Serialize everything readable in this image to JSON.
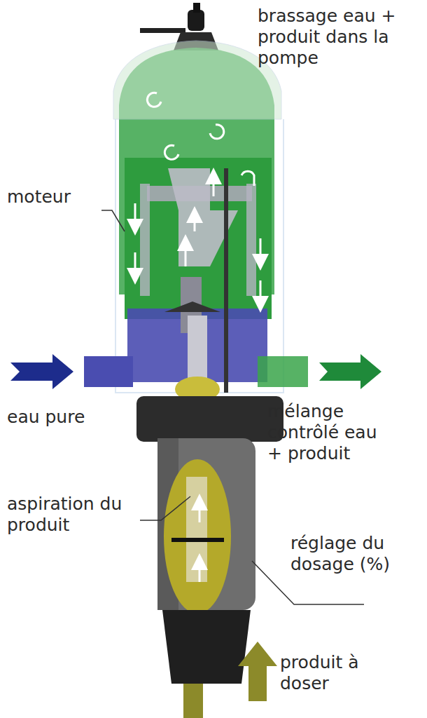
{
  "diagram": {
    "labels": [
      "brassage eau + produit dans la pompe",
      "moteur",
      "eau pure",
      "mélange contrôlé eau + produit",
      "aspiration du produit",
      "réglage du dosage (%)",
      "produit à doser"
    ]
  }
}
